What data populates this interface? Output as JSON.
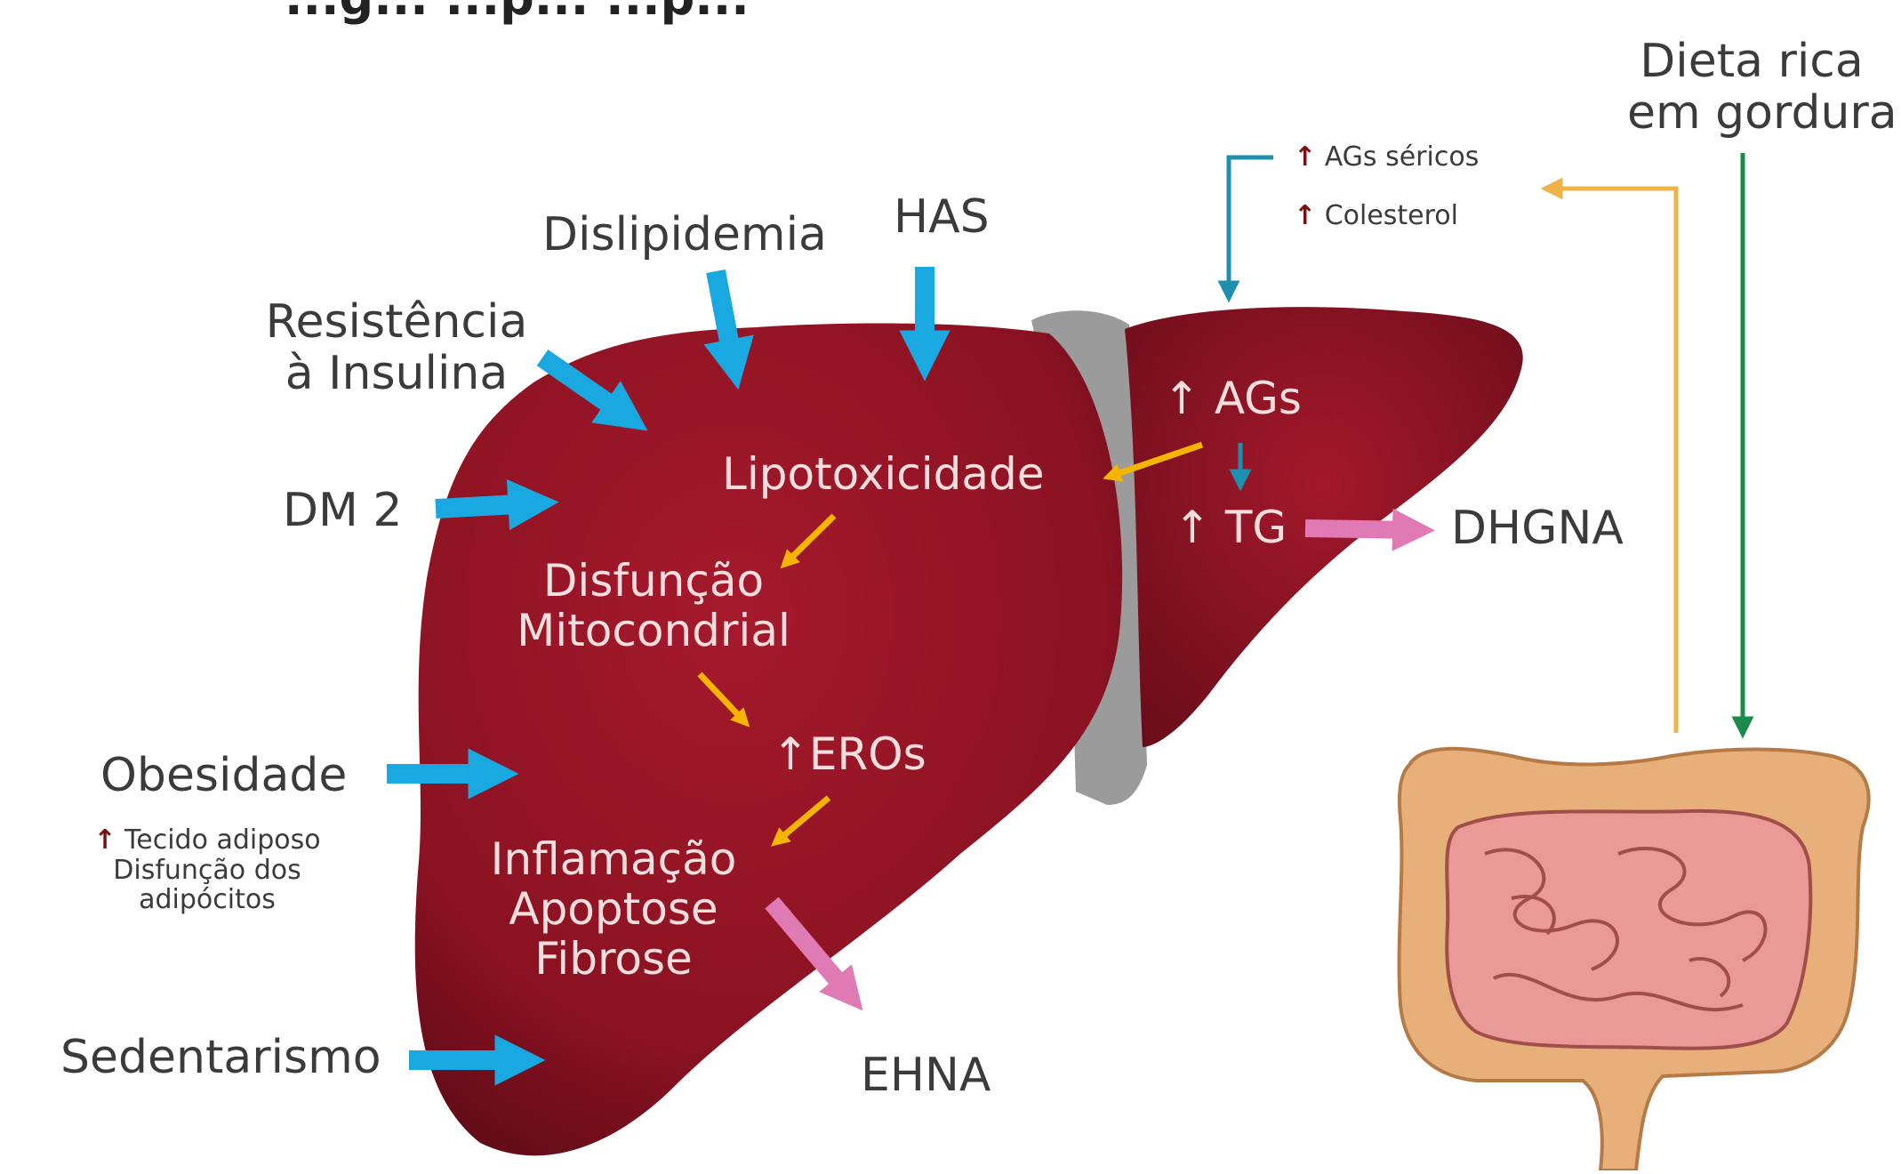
{
  "title_fragment": "...g... ...p... ...p...",
  "risk_factors": {
    "dislipidemia": "Dislipidemia",
    "has": "HAS",
    "resistencia_line1": "Resistência",
    "resistencia_line2": "à Insulina",
    "dm2": "DM 2",
    "obesidade": "Obesidade",
    "obesity_note_line1": "Tecido adiposo",
    "obesity_note_line2": "Disfunção dos",
    "obesity_note_line3": "adipócitos",
    "sedentarismo": "Sedentarismo"
  },
  "liver_labels": {
    "lipotoxicidade": "Lipotoxicidade",
    "disfuncao_line1": "Disfunção",
    "disfuncao_line2": "Mitocondrial",
    "eros": "EROs",
    "inflamacao": "Inflamação",
    "apoptose": "Apoptose",
    "fibrose": "Fibrose",
    "ags": "AGs",
    "tg": "TG"
  },
  "outcomes": {
    "dhgna": "DHGNA",
    "ehna": "EHNA"
  },
  "diet": {
    "line1": "Dieta rica",
    "line2": "em gordura",
    "ags_sericos": "AGs séricos",
    "colesterol": "Colesterol"
  },
  "up_marker": "↑",
  "colors": {
    "liver": "#8e1424",
    "liver_dark": "#6a0d1a",
    "ligament": "#9a9a9a",
    "risk_arrow": "#19a9e0",
    "yellow_arrow": "#f4b400",
    "pink_arrow": "#e07ab5",
    "teal_arrow": "#1f8fb0",
    "orange_line": "#f0b34a",
    "green_line": "#1b8a4c",
    "intestine": "#e8a08a",
    "colon": "#e7b07a"
  }
}
